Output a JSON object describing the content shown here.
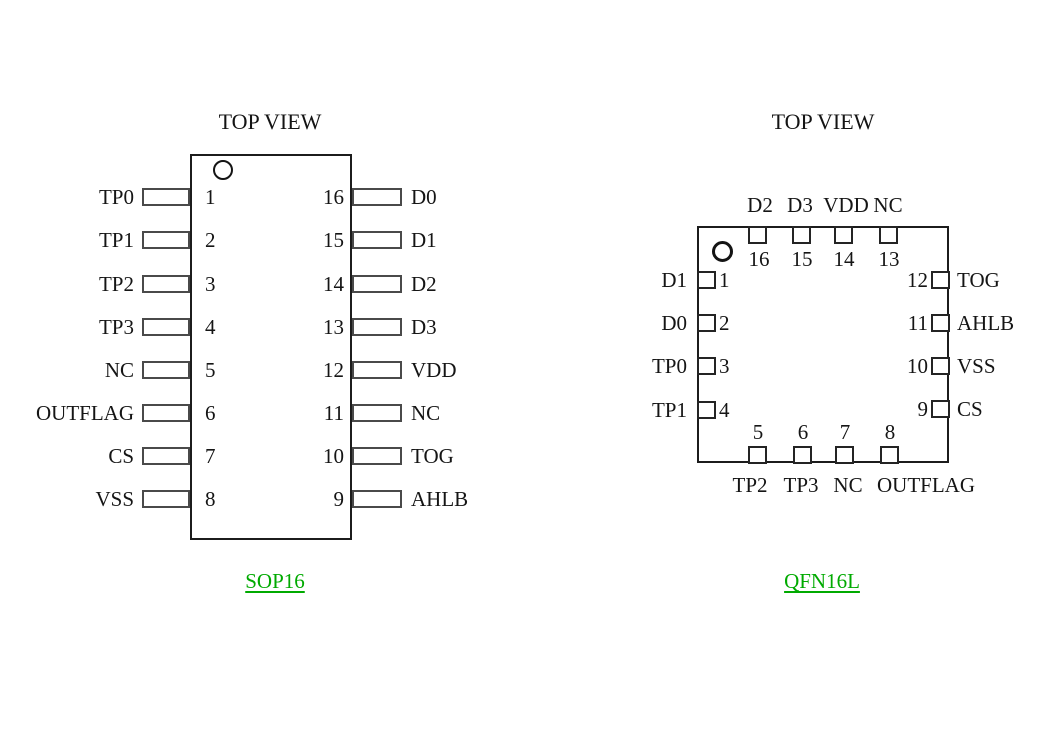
{
  "colors": {
    "accent_green": "#00aa00",
    "line_black": "#1c1c1c",
    "pin_gray": "#4a4a4a"
  },
  "sop16": {
    "title": "TOP VIEW",
    "caption": "SOP16",
    "rows": [
      {
        "left_label": "TP0",
        "left_num": "1",
        "right_num": "16",
        "right_label": "D0"
      },
      {
        "left_label": "TP1",
        "left_num": "2",
        "right_num": "15",
        "right_label": "D1"
      },
      {
        "left_label": "TP2",
        "left_num": "3",
        "right_num": "14",
        "right_label": "D2"
      },
      {
        "left_label": "TP3",
        "left_num": "4",
        "right_num": "13",
        "right_label": "D3"
      },
      {
        "left_label": "NC",
        "left_num": "5",
        "right_num": "12",
        "right_label": "VDD"
      },
      {
        "left_label": "OUTFLAG",
        "left_num": "6",
        "right_num": "11",
        "right_label": "NC"
      },
      {
        "left_label": "CS",
        "left_num": "7",
        "right_num": "10",
        "right_label": "TOG"
      },
      {
        "left_label": "VSS",
        "left_num": "8",
        "right_num": "9",
        "right_label": "AHLB"
      }
    ]
  },
  "qfn16l": {
    "title": "TOP VIEW",
    "caption": "QFN16L",
    "top_pins": [
      {
        "num": "16",
        "label": "D2"
      },
      {
        "num": "15",
        "label": "D3"
      },
      {
        "num": "14",
        "label": "VDD"
      },
      {
        "num": "13",
        "label": "NC"
      }
    ],
    "left_pins": [
      {
        "num": "1",
        "label": "D1"
      },
      {
        "num": "2",
        "label": "D0"
      },
      {
        "num": "3",
        "label": "TP0"
      },
      {
        "num": "4",
        "label": "TP1"
      }
    ],
    "right_pins": [
      {
        "num": "12",
        "label": "TOG"
      },
      {
        "num": "11",
        "label": "AHLB"
      },
      {
        "num": "10",
        "label": "VSS"
      },
      {
        "num": "9",
        "label": "CS"
      }
    ],
    "bottom_pins": [
      {
        "num": "5",
        "label": "TP2"
      },
      {
        "num": "6",
        "label": "TP3"
      },
      {
        "num": "7",
        "label": "NC"
      },
      {
        "num": "8",
        "label": "OUTFLAG"
      }
    ]
  }
}
